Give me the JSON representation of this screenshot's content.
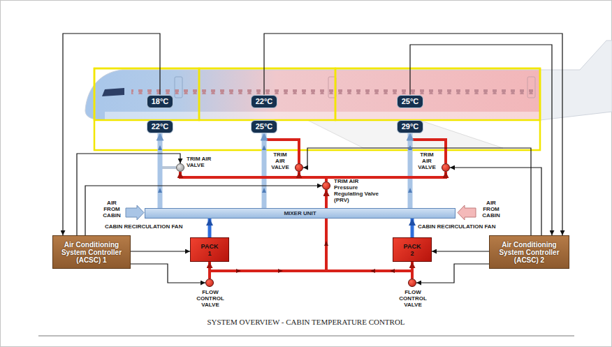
{
  "diagram": {
    "caption": "SYSTEM OVERVIEW - CABIN TEMPERATURE CONTROL",
    "nodes": [
      {
        "text": [
          "18°C"
        ]
      },
      {
        "text": [
          "22°C"
        ]
      },
      {
        "text": [
          "25°C"
        ]
      },
      {
        "text": [
          "22°C"
        ]
      },
      {
        "text": [
          "25°C"
        ]
      },
      {
        "text": [
          "29°C"
        ]
      },
      {
        "text": [
          "TRIM AIR VALVE"
        ]
      },
      {
        "text": [
          "TRIM AIR VALVE"
        ]
      },
      {
        "text": [
          "TRIM AIR VALVE"
        ]
      },
      {
        "text": [
          "TRIM AIR Pressure Regulating Valve (PRV)"
        ]
      },
      {
        "text": [
          "MIXER UNIT"
        ]
      },
      {
        "text": [
          "Air Conditioning System Controller (ACSC) 1"
        ]
      },
      {
        "text": [
          "PACK 1"
        ]
      },
      {
        "text": [
          "PACK 2"
        ]
      },
      {
        "text": [
          "Air Conditioning System Controller (ACSC) 2"
        ]
      },
      {
        "text": [
          "FLOW CONTROL VALVE"
        ]
      },
      {
        "text": [
          "FLOW CONTROL VALVE"
        ]
      }
    ],
    "edges": [
      {
        "from": 10,
        "to": 3,
        "arrow": "to"
      },
      {
        "from": 10,
        "to": 4,
        "arrow": "to"
      },
      {
        "from": 10,
        "to": 5,
        "arrow": "to"
      },
      {
        "from": 12,
        "to": 10,
        "arrow": "to"
      },
      {
        "from": 13,
        "to": 10,
        "arrow": "to"
      },
      {
        "from": 15,
        "to": 12,
        "arrow": "to"
      },
      {
        "from": 16,
        "to": 13,
        "arrow": "to"
      },
      {
        "from": 15,
        "to": 9,
        "arrow": "to"
      },
      {
        "from": 16,
        "to": 9,
        "arrow": "to"
      },
      {
        "from": 9,
        "to": 6,
        "arrow": "to"
      },
      {
        "from": 9,
        "to": 7,
        "arrow": "to"
      },
      {
        "from": 9,
        "to": 8,
        "arrow": "to"
      },
      {
        "from": 11,
        "to": 15,
        "arrow": "to"
      },
      {
        "from": 11,
        "to": 12,
        "arrow": "to"
      },
      {
        "from": 11,
        "to": 6,
        "arrow": "to"
      },
      {
        "from": 11,
        "to": 9,
        "arrow": "to"
      },
      {
        "from": 14,
        "to": 13,
        "arrow": "to"
      },
      {
        "from": 14,
        "to": 16,
        "arrow": "to"
      },
      {
        "from": 14,
        "to": 7,
        "arrow": "to"
      },
      {
        "from": 14,
        "to": 8,
        "arrow": "to"
      },
      {
        "from": 0,
        "to": 11,
        "arrow": "to"
      },
      {
        "from": 1,
        "to": 14,
        "arrow": "to"
      },
      {
        "from": 2,
        "to": 14,
        "arrow": "to"
      }
    ],
    "labels": [
      "AIR FROM CABIN",
      "AIR FROM CABIN",
      "CABIN RECIRCULATION FAN",
      "CABIN RECIRCULATION FAN"
    ]
  }
}
